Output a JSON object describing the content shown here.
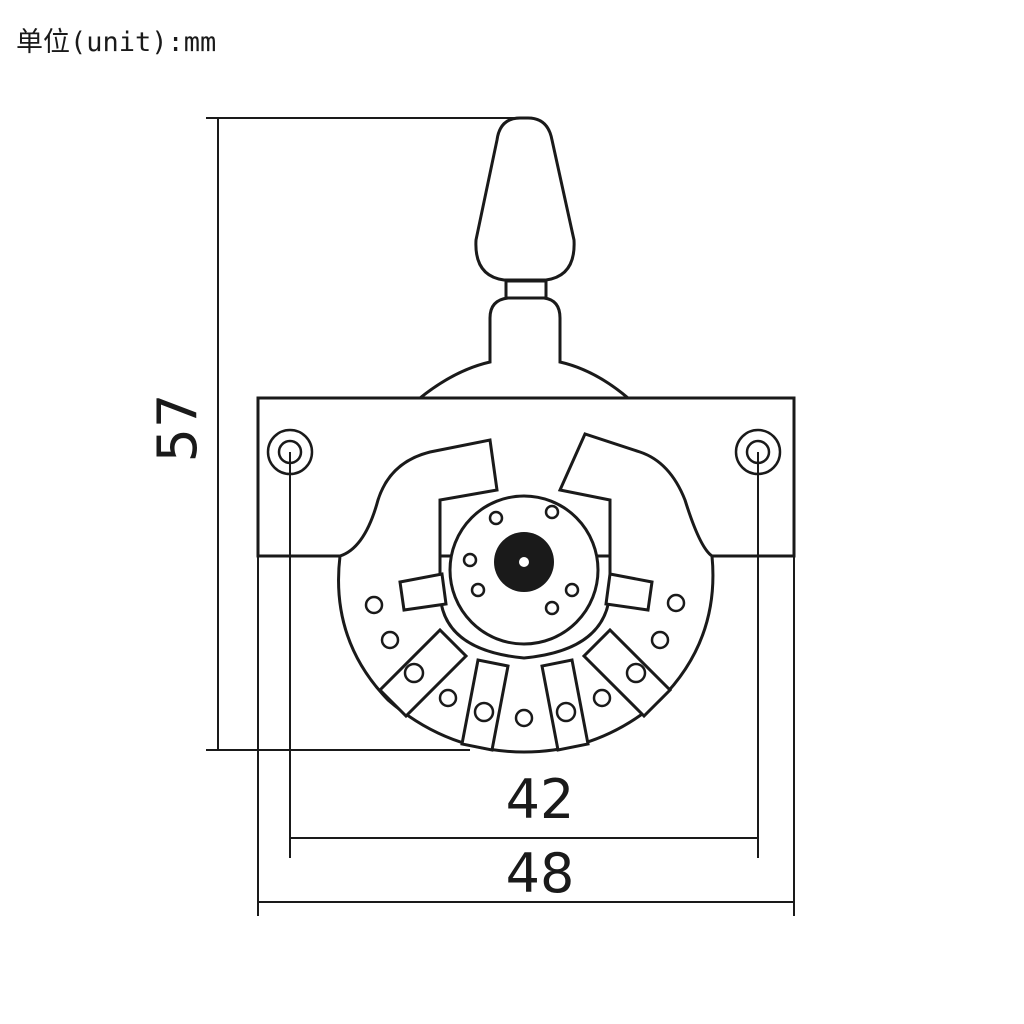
{
  "unit_label": "单位(unit):mm",
  "dimensions": {
    "height": "57",
    "hole_spacing": "42",
    "width": "48"
  },
  "colors": {
    "line": "#1a1a1a",
    "background": "#ffffff"
  },
  "icons": [
    "mounting-hole-icon",
    "rotor-hub-icon"
  ]
}
